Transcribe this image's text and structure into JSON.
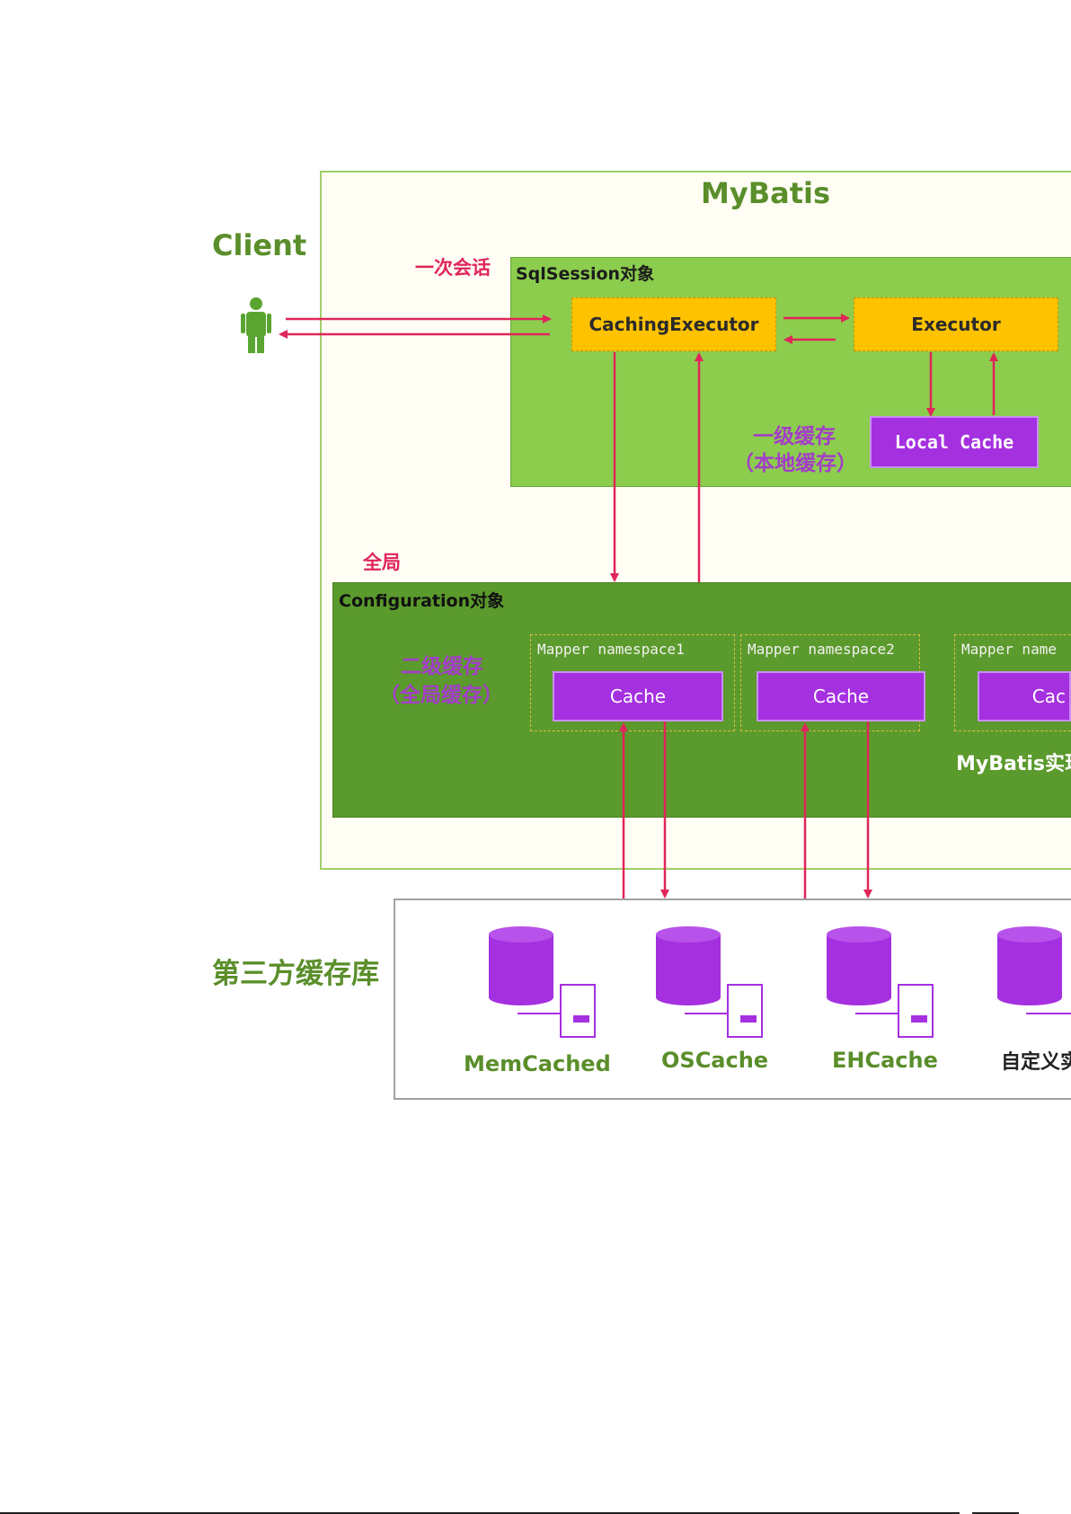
{
  "diagram": {
    "title": "MyBatis",
    "client_label": "Client",
    "session_label": "一次会话",
    "sqlsession_title": "SqlSession对象",
    "caching_executor": "CachingExecutor",
    "executor": "Executor",
    "level1_line1": "一级缓存",
    "level1_line2": "（本地缓存）",
    "local_cache": "Local Cache",
    "global_label": "全局",
    "configuration_title": "Configuration对象",
    "level2_line1": "二级缓存",
    "level2_line2": "（全局缓存）",
    "namespaces": [
      {
        "label": "Mapper namespace1",
        "cache": "Cache"
      },
      {
        "label": "Mapper namespace2",
        "cache": "Cache"
      },
      {
        "label": "Mapper name",
        "cache": "Cac"
      }
    ],
    "mybatis_impl": "MyBatis实现",
    "thirdparty_label": "第三方缓存库",
    "databases": [
      "MemCached",
      "OSCache",
      "EHCache",
      "自定义实"
    ]
  },
  "colors": {
    "outline_green": "#9fcf6a",
    "sqlsession_green": "#8ccd4e",
    "configuration_green": "#5b9a2c",
    "executor_yellow": "#ffc200",
    "cache_purple": "#a530e0",
    "arrow_red": "#e0255a",
    "text_green": "#5a8e2a"
  }
}
